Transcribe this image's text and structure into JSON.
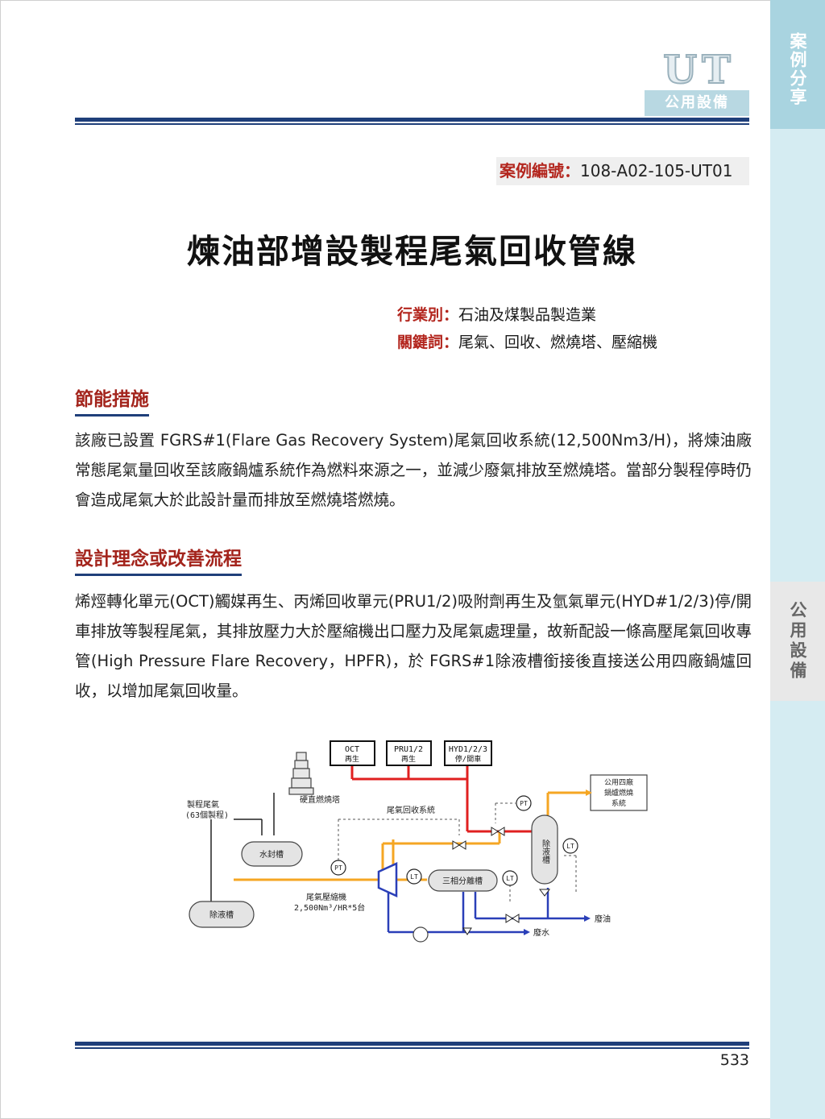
{
  "side_tabs": {
    "top": "案例分享",
    "middle": "公用設備"
  },
  "logo": {
    "letters": "UT",
    "badge": "公用設備"
  },
  "case_number": {
    "label": "案例編號：",
    "value": "108-A02-105-UT01"
  },
  "title": "煉油部增設製程尾氣回收管線",
  "meta": {
    "industry_label": "行業別：",
    "industry_value": "石油及煤製品製造業",
    "keywords_label": "關鍵詞：",
    "keywords_value": "尾氣、回收、燃燒塔、壓縮機"
  },
  "sections": [
    {
      "heading": "節能措施",
      "body": "該廠已設置 FGRS#1(Flare Gas Recovery System)尾氣回收系統(12,500Nm3/H)，將煉油廠常態尾氣量回收至該廠鍋爐系統作為燃料來源之一，並減少廢氣排放至燃燒塔。當部分製程停時仍會造成尾氣大於此設計量而排放至燃燒塔燃燒。"
    },
    {
      "heading": "設計理念或改善流程",
      "body": "烯烴轉化單元(OCT)觸媒再生、丙烯回收單元(PRU1/2)吸附劑再生及氫氣單元(HYD#1/2/3)停/開車排放等製程尾氣，其排放壓力大於壓縮機出口壓力及尾氣處理量，故新配設一條高壓尾氣回收專管(High Pressure Flare Recovery，HPFR)，於 FGRS#1除液槽銜接後直接送公用四廠鍋爐回收，以增加尾氣回收量。"
    }
  ],
  "diagram": {
    "box_oct": "OCT",
    "box_oct_sub": "再生",
    "box_pru": "PRU1/2",
    "box_pru_sub": "再生",
    "box_hyd": "HYD1/2/3",
    "box_hyd_sub": "停/開車",
    "flare_tower": "硬直燃燒塔",
    "process_gas": "製程尾氣",
    "process_gas_sub": "(63個製程)",
    "recovery_system": "尾氣回收系統",
    "water_seal": "水封槽",
    "knockout_drum": "除液槽",
    "compressor": "尾氣壓縮機",
    "compressor_spec": "2,500Nm³/HR*5台",
    "separator": "三相分離槽",
    "drum_right": "除液槽",
    "boiler_line1": "公用四廠",
    "boiler_line2": "鍋爐燃燒",
    "boiler_line3": "系統",
    "waste_oil": "廢油",
    "waste_water": "廢水",
    "pt": "PT",
    "lt": "LT",
    "colors": {
      "new_line": "#e02020",
      "gas_line": "#f5a623",
      "liquid_line": "#2a3fb8",
      "instrument": "#555555"
    }
  },
  "page_number": "533"
}
